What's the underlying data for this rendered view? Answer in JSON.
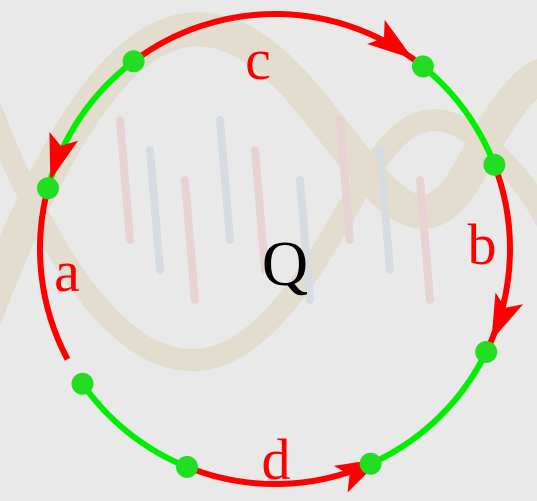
{
  "diagram": {
    "center_label": "Q",
    "arc_labels": {
      "a": "a",
      "b": "b",
      "c": "c",
      "d": "d"
    },
    "colors": {
      "background": "#e9e9e9",
      "green_arc": "#00ee00",
      "red_arc": "#ff0000",
      "node": "#22dd22",
      "label_red": "#ff0000",
      "label_black": "#000000",
      "helix_tan": "#ddd4b8",
      "helix_rung_blue": "#c9d2de",
      "helix_rung_red": "#e8c2c2"
    },
    "node_count": 8,
    "red_arcs": [
      "a",
      "b",
      "c",
      "d"
    ]
  }
}
